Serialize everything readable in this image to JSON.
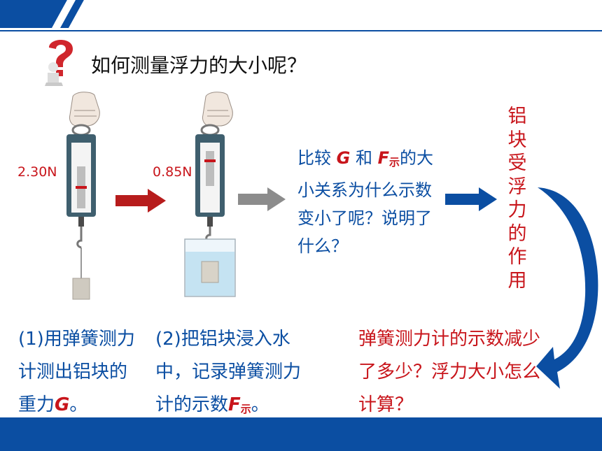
{
  "title": "如何测量浮力的大小呢？",
  "icons": {
    "question": "question-mark-person-icon"
  },
  "readings": {
    "first": "2.30N",
    "second": "0.85N"
  },
  "question_text": {
    "part1": "比较",
    "g": "G",
    "and": "和",
    "f": "F",
    "sub": "示",
    "part2": "的大小关系为什么示数变小了呢？说明了什么？"
  },
  "vertical_label": "铝块受浮力的作用",
  "step1": {
    "text": "(1)用弹簧测力计测出铝块的重力",
    "g": "G",
    "end": "。"
  },
  "step2": {
    "text": "(2)把铝块浸入水中，记录弹簧测力计的示数",
    "f": "F",
    "sub": "示",
    "end": "。"
  },
  "conclusion": "弹簧测力计的示数减少了多少？浮力大小怎么计算？",
  "colors": {
    "brand_blue": "#0b4ea2",
    "accent_red": "#c8151b",
    "arrow_red": "#b71c1c",
    "arrow_gray": "#8c8c8c"
  }
}
